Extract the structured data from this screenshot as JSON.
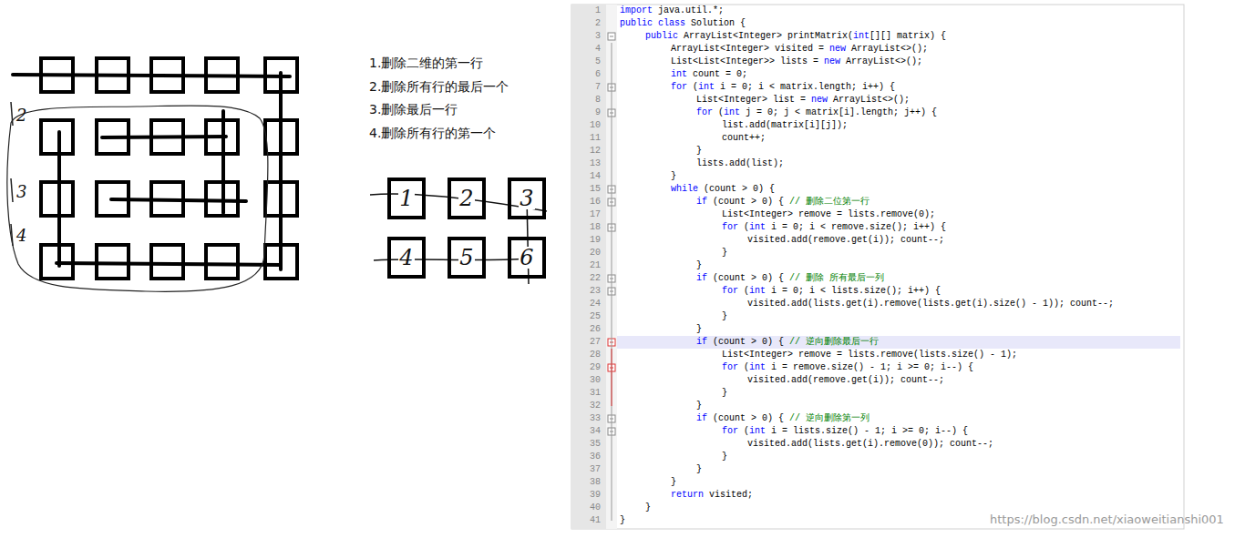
{
  "diagram": {
    "nodes": [
      {
        "text": [
          "1"
        ]
      },
      {
        "text": [
          "2"
        ]
      },
      {
        "text": [
          "3"
        ]
      },
      {
        "text": [
          "4"
        ]
      },
      {
        "text": [
          "5"
        ]
      },
      {
        "text": [
          "6"
        ]
      }
    ],
    "labels": [
      "1.删除二维的第一行",
      "2.删除所有行的最后一个",
      "3.删除最后一行",
      "4.删除所有行的第一个",
      "2",
      "3",
      "4",
      "1",
      "2",
      "3",
      "4",
      "5",
      "6",
      "7",
      "8",
      "9",
      "10",
      "11",
      "12",
      "13",
      "14",
      "15",
      "16",
      "17",
      "18",
      "19",
      "20",
      "21",
      "22",
      "23",
      "24",
      "25",
      "26",
      "27",
      "28",
      "29",
      "30",
      "31",
      "32",
      "33",
      "34",
      "35",
      "36",
      "37",
      "38",
      "39",
      "40",
      "41",
      "import java.util.*;",
      "public class Solution {",
      "public ArrayList<Integer> printMatrix(int[][] matrix) {",
      "ArrayList<Integer> visited = new ArrayList<>();",
      "List<List<Integer>> lists = new ArrayList<>();",
      "int count = 0;",
      "for (int i = 0; i < matrix.length; i++) {",
      "List<Integer> list = new ArrayList<>();",
      "for (int j = 0; j < matrix[i].length; j++) {",
      "list.add(matrix[i][j]);",
      "count++;",
      "}",
      "lists.add(list);",
      "}",
      "while (count > 0) {",
      "if (count > 0) { // 删除二位第一行",
      "List<Integer> remove = lists.remove(0);",
      "for (int i = 0; i < remove.size(); i++) {",
      "visited.add(remove.get(i)); count--;",
      "}",
      "}",
      "if (count > 0) { // 删除 所有最后一列",
      "for (int i = 0; i < lists.size(); i++) {",
      "visited.add(lists.get(i).remove(lists.get(i).size() - 1)); count--;",
      "}",
      "}",
      "if (count > 0) { // 逆向删除最后一行",
      "List<Integer> remove = lists.remove(lists.size() - 1);",
      "for (int i = remove.size() - 1; i >= 0; i--) {",
      "visited.add(remove.get(i)); count--;",
      "}",
      "}",
      "if (count > 0) { // 逆向删除第一列",
      "for (int i = lists.size() - 1; i >= 0; i--) {",
      "visited.add(lists.get(i).remove(0)); count--;",
      "}",
      "}",
      "}",
      "return visited;",
      "}",
      "}",
      "https://blog.csdn.net/xiaoweitianshi001"
    ]
  }
}
